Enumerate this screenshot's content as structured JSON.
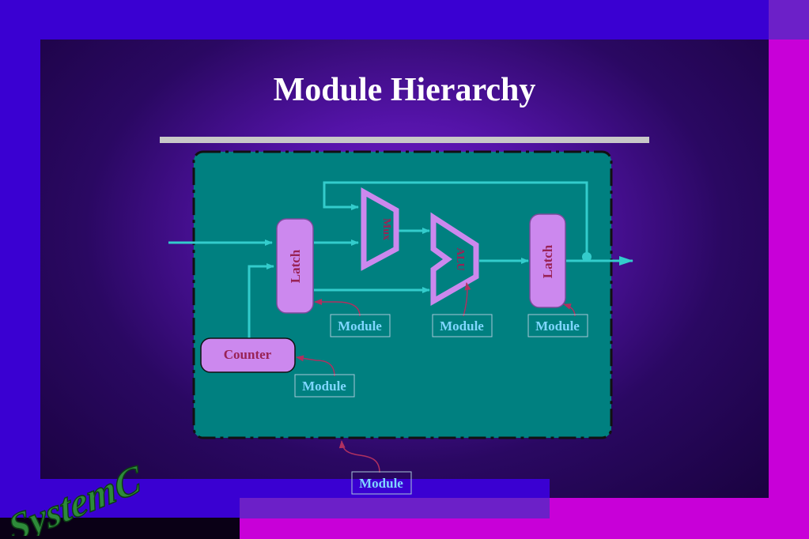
{
  "slide": {
    "title": "Module Hierarchy"
  },
  "blocks": {
    "latch_left": "Latch",
    "mux": "Mux",
    "alu": "ALU",
    "latch_right": "Latch",
    "counter": "Counter"
  },
  "module_labels": [
    "Module",
    "Module",
    "Module",
    "Module",
    "Module"
  ],
  "logo": {
    "text": "SystemC"
  },
  "colors": {
    "background_blue": "#3a00d2",
    "magenta": "#c800d8",
    "module_fill": "#008080",
    "block_fill": "#cc88ee",
    "block_text": "#992255",
    "wire": "#33cccc",
    "label_text": "#7fd6ff",
    "logo_green": "#2e8b3a"
  }
}
